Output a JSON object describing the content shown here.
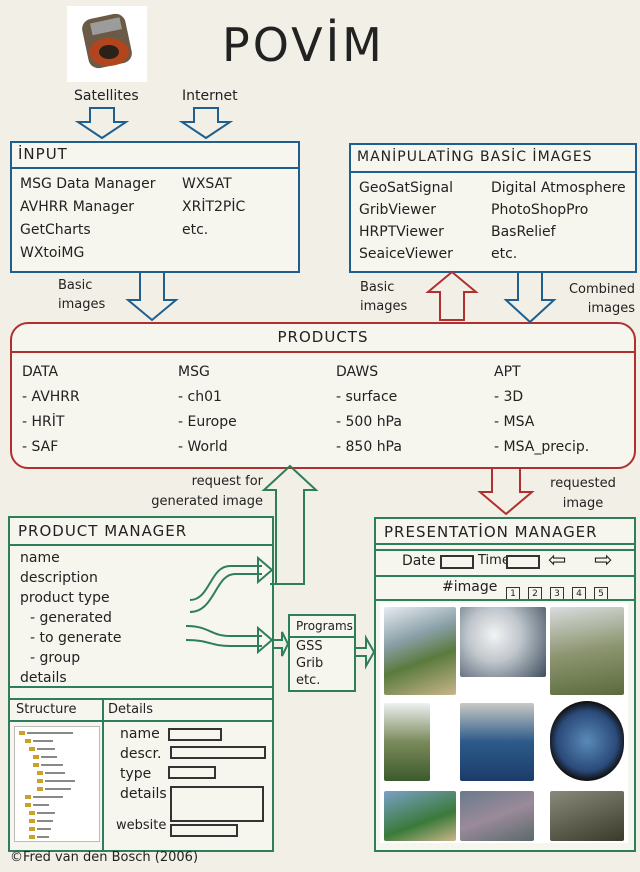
{
  "title": "POVİM",
  "sources": {
    "satellites": "Satellites",
    "internet": "Internet"
  },
  "input": {
    "header": "İNPUT",
    "left": [
      "MSG Data Manager",
      "AVHRR Manager",
      "GetCharts",
      "WXtoiMG"
    ],
    "right": [
      "WXSAT",
      "XRİT2PİC",
      "etc."
    ]
  },
  "manipulating": {
    "header": "MANİPULATİNG BASİC İMAGES",
    "left": [
      "GeoSatSignal",
      "GribViewer",
      "HRPTViewer",
      "SeaiceViewer"
    ],
    "right": [
      "Digital Atmosphere",
      "PhotoShopPro",
      "BasRelief",
      "etc."
    ]
  },
  "labels": {
    "basic_images_left": "Basic images",
    "basic_images_right": "Basic images",
    "combined_images": "Combined images",
    "request_generated": "request for generated image",
    "requested_image": "requested image"
  },
  "products": {
    "header": "PRODUCTS",
    "columns": [
      {
        "name": "DATA",
        "items": [
          "AVHRR",
          "HRİT",
          "SAF"
        ]
      },
      {
        "name": "MSG",
        "items": [
          "ch01",
          "Europe",
          "World"
        ]
      },
      {
        "name": "DAWS",
        "items": [
          "surface",
          "500 hPa",
          "850 hPa"
        ]
      },
      {
        "name": "APT",
        "items": [
          "3D",
          "MSA",
          "MSA_precip."
        ]
      }
    ]
  },
  "product_manager": {
    "header": "PRODUCT MANAGER",
    "lines": [
      "name",
      "description",
      "product type",
      "generated",
      "to generate",
      "group",
      "details"
    ],
    "structure_label": "Structure",
    "details_label": "Details",
    "detail_fields": [
      "name",
      "descr.",
      "type",
      "details",
      "website"
    ]
  },
  "programs": {
    "header": "Programs",
    "items": [
      "GSS",
      "Grib",
      "etc."
    ]
  },
  "presentation": {
    "header": "PRESENTATİON MANAGER",
    "date_label": "Date",
    "time_label": "Time",
    "image_label": "#image",
    "image_numbers": [
      "1",
      "2",
      "3",
      "4",
      "5"
    ]
  },
  "credit": "©Fred van den Bosch (2006)",
  "colors": {
    "blue": "#1f5f8f",
    "red": "#b03030",
    "green": "#2e7d5b"
  }
}
